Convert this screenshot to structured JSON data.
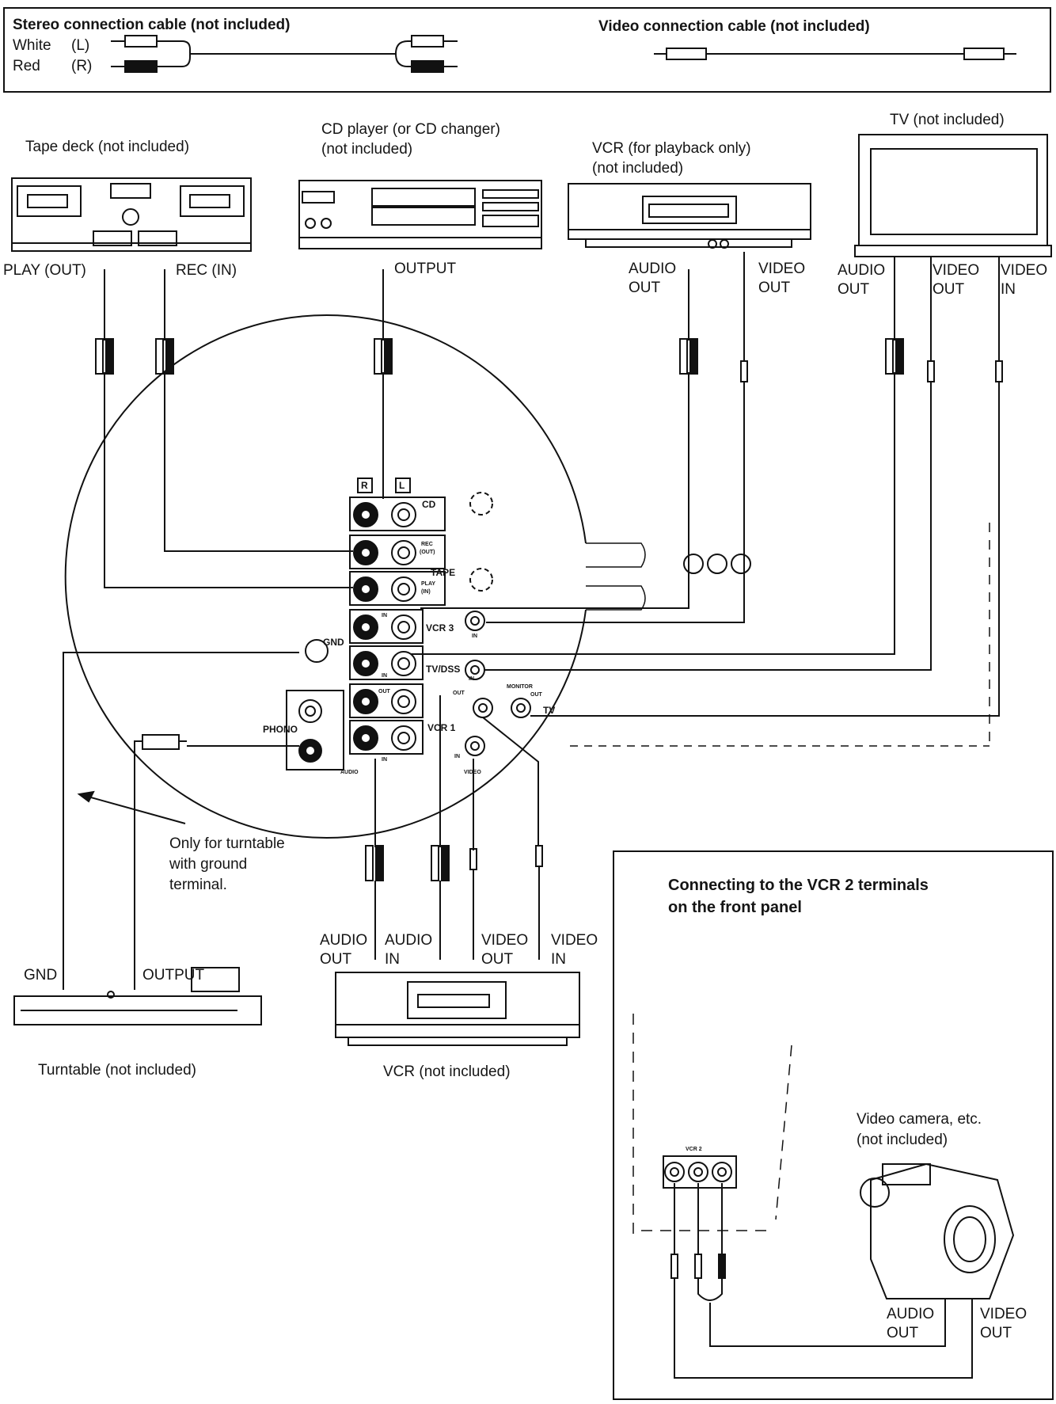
{
  "cables_box": {
    "stereo_title": "Stereo connection cable (not included)",
    "white_label": "White",
    "white_channel": "(L)",
    "red_label": "Red",
    "red_channel": "(R)",
    "video_title": "Video connection cable (not included)"
  },
  "devices": {
    "tape_deck": {
      "name": "Tape deck (not included)",
      "play_out": "PLAY (OUT)",
      "rec_in": "REC (IN)"
    },
    "cd_player": {
      "name_line1": "CD player (or CD changer)",
      "name_line2": "(not included)",
      "output": "OUTPUT"
    },
    "vcr_playback": {
      "name_line1": "VCR (for playback only)",
      "name_line2": "(not included)",
      "audio_out_1": "AUDIO",
      "audio_out_2": "OUT",
      "video_out_1": "VIDEO",
      "video_out_2": "OUT"
    },
    "tv": {
      "name": "TV (not included)",
      "audio_out_1": "AUDIO",
      "audio_out_2": "OUT",
      "video_out_1": "VIDEO",
      "video_out_2": "OUT",
      "video_in_1": "VIDEO",
      "video_in_2": "IN"
    },
    "turntable": {
      "name": "Turntable (not included)",
      "gnd": "GND",
      "output": "OUTPUT"
    },
    "vcr": {
      "name": "VCR (not included)",
      "audio_out_1": "AUDIO",
      "audio_out_2": "OUT",
      "audio_in_1": "AUDIO",
      "audio_in_2": "IN",
      "video_out_1": "VIDEO",
      "video_out_2": "OUT",
      "video_in_1": "VIDEO",
      "video_in_2": "IN"
    }
  },
  "panel": {
    "r_mark": "R",
    "l_mark": "L",
    "cd": "CD",
    "rec_out_1": "REC",
    "rec_out_2": "(OUT)",
    "tape": "TAPE",
    "play_in_1": "PLAY",
    "play_in_2": "(IN)",
    "in_small": "IN",
    "vcr3": "VCR 3",
    "gnd": "GND",
    "tv_dss": "TV/DSS",
    "out_small": "OUT",
    "monitor_out_1": "MONITOR",
    "monitor_out_2": "OUT",
    "tv": "TV",
    "phono": "PHONO",
    "vcr1": "VCR 1",
    "audio": "AUDIO",
    "video": "VIDEO"
  },
  "ground_note": {
    "line1": "Only for turntable",
    "line2": "with ground",
    "line3": "terminal."
  },
  "inset": {
    "title_line1": "Connecting to the VCR 2 terminals",
    "title_line2": "on the front panel",
    "vcr2": "VCR 2",
    "camera_line1": "Video camera, etc.",
    "camera_line2": "(not included)",
    "audio_out_1": "AUDIO",
    "audio_out_2": "OUT",
    "video_out_1": "VIDEO",
    "video_out_2": "OUT"
  }
}
